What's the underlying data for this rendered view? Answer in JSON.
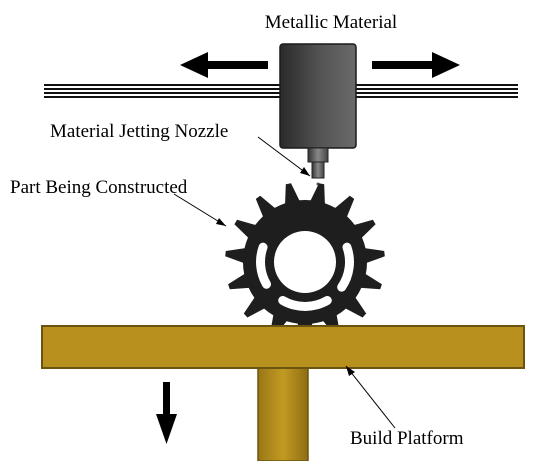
{
  "labels": {
    "material": "Metallic Material",
    "nozzle": "Material Jetting Nozzle",
    "part": "Part Being Constructed",
    "platform": "Build Platform"
  },
  "colors": {
    "platform": "#b8901d",
    "platform_edge": "#6b5410",
    "gear": "#1e1e1e",
    "rail": "#111111",
    "head_dark": "#2a2a2a",
    "head_light": "#6a6a6a",
    "arrow": "#000000"
  },
  "icons": {
    "move_left": "arrow-left-icon",
    "move_right": "arrow-right-icon",
    "move_down": "arrow-down-icon"
  }
}
